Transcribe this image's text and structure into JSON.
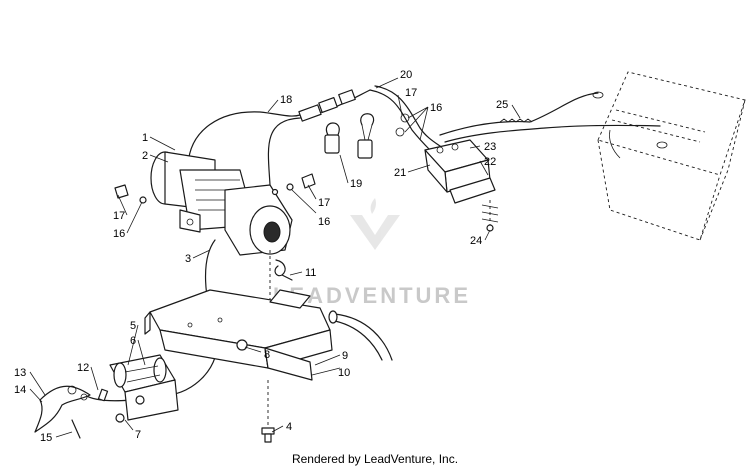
{
  "callouts": [
    "1",
    "2",
    "3",
    "4",
    "5",
    "6",
    "7",
    "8",
    "9",
    "10",
    "11",
    "12",
    "13",
    "14",
    "15",
    "16",
    "16",
    "16",
    "17",
    "17",
    "17",
    "18",
    "19",
    "20",
    "21",
    "22",
    "23",
    "24",
    "25"
  ],
  "watermark": "LEADVENTURE",
  "footer": "Rendered by LeadVenture, Inc."
}
